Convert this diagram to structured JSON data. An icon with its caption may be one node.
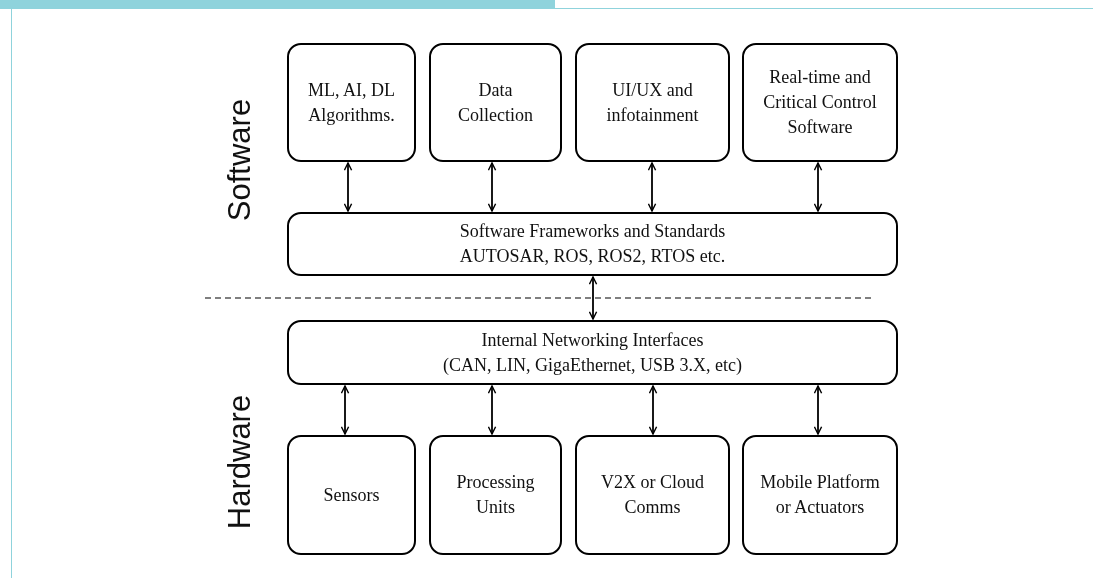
{
  "diagram": {
    "nodes": [
      {
        "text": [
          "ML, AI, DL Algorithms."
        ]
      },
      {
        "text": [
          "Data Collection"
        ]
      },
      {
        "text": [
          "UI/UX and infotainment"
        ]
      },
      {
        "text": [
          "Real-time and Critical Control Software"
        ]
      },
      {
        "text": [
          "Software Frameworks and Standards",
          "AUTOSAR, ROS, ROS2, RTOS etc."
        ]
      },
      {
        "text": [
          "Internal Networking Interfaces",
          "(CAN, LIN, GigaEthernet, USB 3.X, etc)"
        ]
      },
      {
        "text": [
          "Sensors"
        ]
      },
      {
        "text": [
          "Processing Units"
        ]
      },
      {
        "text": [
          "V2X or Cloud Comms"
        ]
      },
      {
        "text": [
          "Mobile Platform or Actuators"
        ]
      }
    ],
    "edges": [
      {
        "from": 0,
        "to": 4,
        "arrow": "both"
      },
      {
        "from": 1,
        "to": 4,
        "arrow": "both"
      },
      {
        "from": 2,
        "to": 4,
        "arrow": "both"
      },
      {
        "from": 3,
        "to": 4,
        "arrow": "both"
      },
      {
        "from": 4,
        "to": 5,
        "arrow": "both"
      },
      {
        "from": 5,
        "to": 6,
        "arrow": "both"
      },
      {
        "from": 5,
        "to": 7,
        "arrow": "both"
      },
      {
        "from": 5,
        "to": 8,
        "arrow": "both"
      },
      {
        "from": 5,
        "to": 9,
        "arrow": "both"
      }
    ],
    "labels": [
      "Software",
      "Hardware"
    ]
  }
}
